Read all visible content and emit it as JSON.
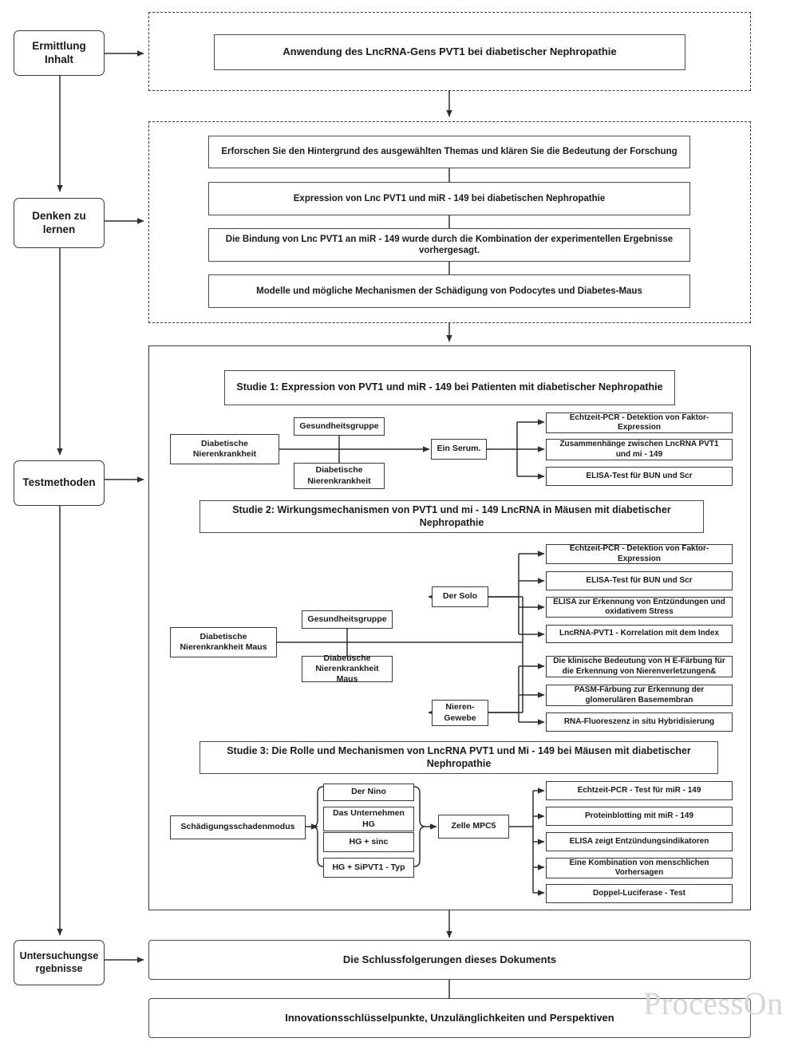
{
  "diagram": {
    "title_watermark": "ProcessOn",
    "stages": [
      {
        "id": "stage-1",
        "label": "Ermittlung\nInhalt"
      },
      {
        "id": "stage-2",
        "label": "Denken zu\nlernen"
      },
      {
        "id": "stage-3",
        "label": "Testmethoden"
      },
      {
        "id": "stage-4",
        "label": "Untersuchungse\nrgebnisse"
      }
    ],
    "section_content": {
      "box": "Anwendung des LncRNA-Gens PVT1 bei diabetischer Nephropathie"
    },
    "section_learning": {
      "items": [
        "Erforschen Sie den Hintergrund des ausgewählten Themas und klären Sie die Bedeutung der Forschung",
        "Expression von Lnc PVT1 und miR - 149 bei diabetischen Nephropathie",
        "Die Bindung von Lnc PVT1 an miR - 149 wurde durch die Kombination der experimentellen Ergebnisse vorhergesagt.",
        "Modelle und mögliche Mechanismen der Schädigung von Podocytes und Diabetes-Maus"
      ]
    },
    "section_methods": {
      "study1": {
        "title": "Studie 1: Expression von PVT1 und miR - 149 bei Patienten mit diabetischer Nephropathie",
        "source": "Diabetische\nNierenkrankheit",
        "groups": [
          "Gesundheitsgruppe",
          "Diabetische\nNierenkrankheit"
        ],
        "sample": "Ein Serum.",
        "assays": [
          "Echtzeit-PCR - Detektion von Faktor-Expression",
          "Zusammenhänge zwischen LncRNA PVT1 und mi - 149",
          "ELISA-Test für BUN und Scr"
        ]
      },
      "study2": {
        "title": "Studie 2: Wirkungsmechanismen von PVT1 und mi - 149 LncRNA in Mäusen mit diabetischer Nephropathie",
        "source": "Diabetische\nNierenkrankheit Maus",
        "groups": [
          "Gesundheitsgruppe",
          "Diabetische\nNierenkrankheit Maus"
        ],
        "branch_a": {
          "label": "Der Solo",
          "assays": [
            "Echtzeit-PCR - Detektion von Faktor-Expression",
            "ELISA-Test für BUN und Scr",
            "ELISA zur Erkennung von Entzündungen und oxidativem Stress",
            "LncRNA-PVT1 - Korrelation mit dem Index"
          ]
        },
        "branch_b": {
          "label": "Nieren-\nGewebe",
          "assays": [
            "Die klinische Bedeutung von H E-Färbung für die Erkennung von Nierenverletzungen&",
            "PASM-Färbung zur Erkennung der glomerulären Basemembran",
            "RNA-Fluoreszenz in situ Hybridisierung"
          ]
        }
      },
      "study3": {
        "title": "Studie 3: Die Rolle und Mechanismen von LncRNA PVT1 und Mi - 149 bei Mäusen mit diabetischer Nephropathie",
        "source": "Schädigungsschadenmodus",
        "conditions": [
          "Der Nino",
          "Das Unternehmen HG",
          "HG + sinc",
          "HG + SiPVT1 - Typ"
        ],
        "cell": "Zelle MPC5",
        "assays": [
          "Echtzeit-PCR - Test für miR - 149",
          "Proteinblotting mit miR - 149",
          "ELISA zeigt Entzündungsindikatoren",
          "Eine Kombination von menschlichen Vorhersagen",
          "Doppel-Luciferase - Test"
        ]
      }
    },
    "section_results": {
      "conclusion": "Die Schlussfolgerungen dieses Dokuments",
      "outlook": "Innovationsschlüsselpunkte, Unzulänglichkeiten und Perspektiven"
    },
    "colors": {
      "stroke": "#3a3a3a",
      "box_stroke": "#4a4a4a",
      "text": "#1a1a1a",
      "watermark": "#d6d6d6",
      "background": "#ffffff"
    }
  }
}
